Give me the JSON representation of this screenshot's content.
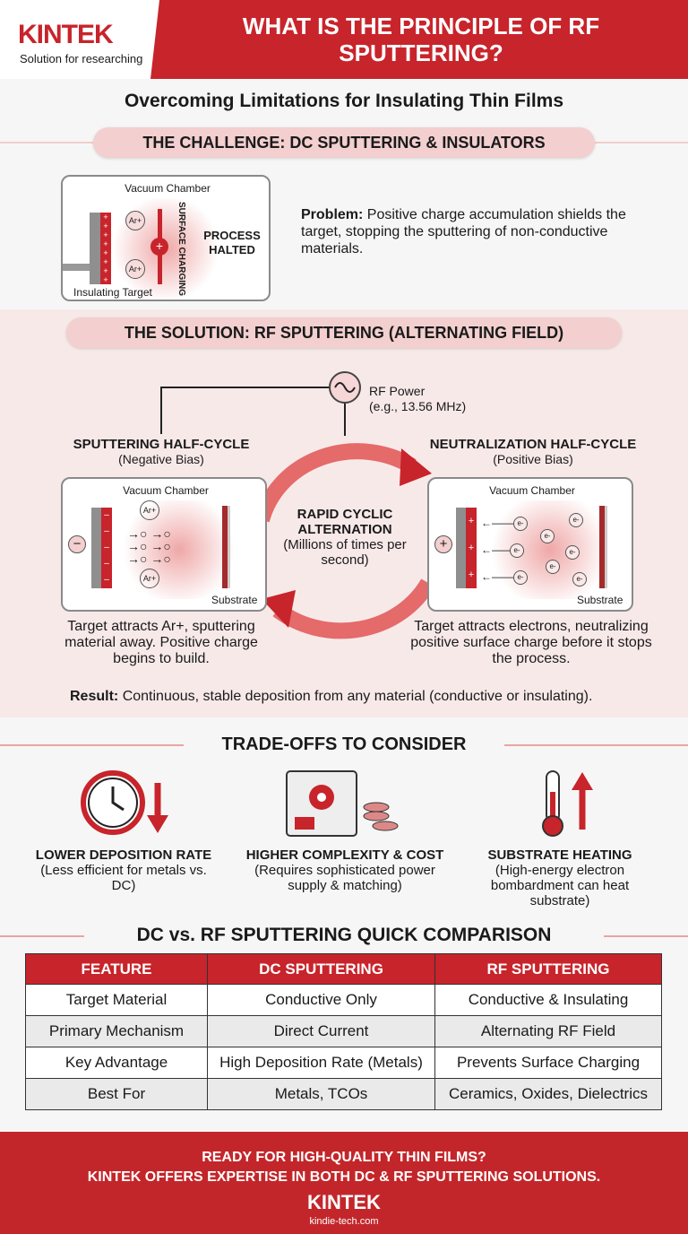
{
  "header": {
    "logo": "KINTEK",
    "tagline": "Solution for researching",
    "title": "WHAT IS THE PRINCIPLE OF RF SPUTTERING?"
  },
  "subtitle": "Overcoming Limitations for Insulating Thin Films",
  "challenge": {
    "heading": "THE CHALLENGE: DC SPUTTERING & INSULATORS",
    "diagram": {
      "chamber": "Vacuum Chamber",
      "ion": "Ar+",
      "surface": "SURFACE CHARGING",
      "halted": "PROCESS HALTED",
      "target": "Insulating Target"
    },
    "problem_label": "Problem:",
    "problem_text": "Positive charge accumulation shields the target, stopping the sputtering of non-conductive materials."
  },
  "solution": {
    "heading": "THE SOLUTION: RF SPUTTERING (ALTERNATING FIELD)",
    "rf_power": "RF Power",
    "rf_freq": "(e.g., 13.56 MHz)",
    "left": {
      "title": "SPUTTERING HALF-CYCLE",
      "bias": "(Negative Bias)",
      "chamber": "Vacuum Chamber",
      "substrate": "Substrate",
      "ion": "Ar+",
      "caption": "Target attracts Ar+, sputtering material away. Positive charge begins to build."
    },
    "center": {
      "title": "RAPID CYCLIC ALTERNATION",
      "sub": "(Millions of times per second)"
    },
    "right": {
      "title": "NEUTRALIZATION HALF-CYCLE",
      "bias": "(Positive Bias)",
      "chamber": "Vacuum Chamber",
      "substrate": "Substrate",
      "electron": "e-",
      "caption": "Target attracts electrons, neutralizing positive surface charge before it stops the process."
    },
    "result_label": "Result:",
    "result_text": "Continuous, stable deposition from any material (conductive or insulating)."
  },
  "tradeoffs": {
    "heading": "TRADE-OFFS TO CONSIDER",
    "items": [
      {
        "icon": "clock-down-arrow-icon",
        "title": "LOWER DEPOSITION RATE",
        "desc": "(Less efficient for metals vs. DC)"
      },
      {
        "icon": "power-supply-coins-icon",
        "title": "HIGHER COMPLEXITY & COST",
        "desc": "(Requires sophisticated power supply & matching)"
      },
      {
        "icon": "thermometer-up-arrow-icon",
        "title": "SUBSTRATE HEATING",
        "desc": "(High-energy electron bombardment can heat substrate)"
      }
    ]
  },
  "comparison": {
    "heading": "DC vs. RF SPUTTERING QUICK COMPARISON",
    "columns": [
      "FEATURE",
      "DC SPUTTERING",
      "RF SPUTTERING"
    ],
    "rows": [
      [
        "Target Material",
        "Conductive Only",
        "Conductive & Insulating"
      ],
      [
        "Primary Mechanism",
        "Direct Current",
        "Alternating RF Field"
      ],
      [
        "Key Advantage",
        "High Deposition Rate (Metals)",
        "Prevents Surface Charging"
      ],
      [
        "Best For",
        "Metals, TCOs",
        "Ceramics, Oxides, Dielectrics"
      ]
    ]
  },
  "footer": {
    "line1": "READY FOR HIGH-QUALITY THIN FILMS?",
    "line2": "KINTEK OFFERS EXPERTISE IN BOTH DC & RF SPUTTERING SOLUTIONS.",
    "logo": "KINTEK",
    "url": "kindie-tech.com"
  },
  "colors": {
    "brand_red": "#c8242b",
    "pill_pink": "#f3cfcf",
    "section_bg": "#f8e9e9"
  }
}
